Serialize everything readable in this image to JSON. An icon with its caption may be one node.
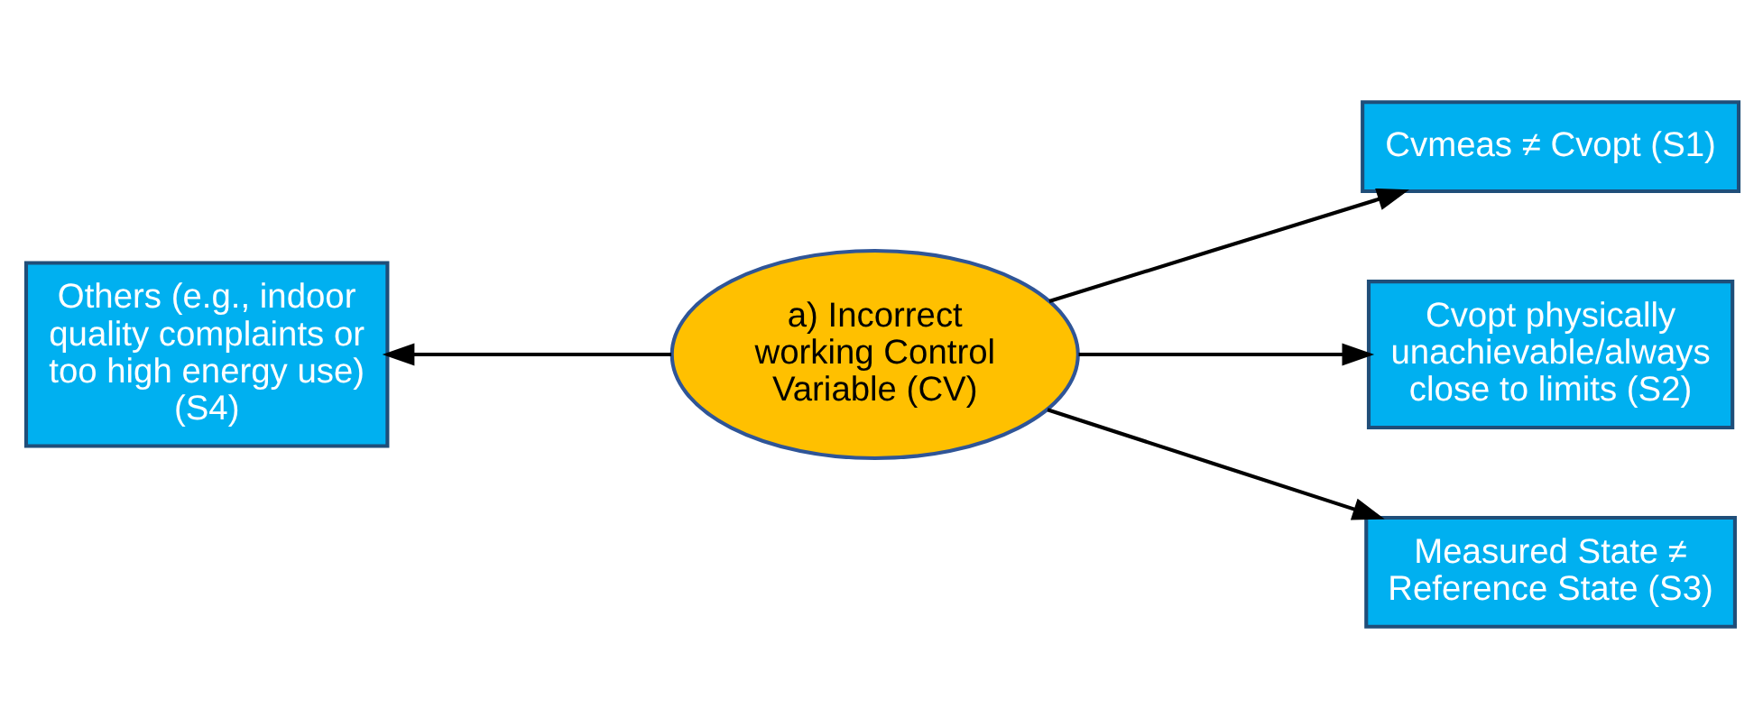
{
  "diagram": {
    "nodes": [
      {
        "text": [
          "a) Incorrect working Control Variable (CV)"
        ]
      },
      {
        "text": [
          "Others (e.g., indoor quality complaints or too high energy use) (S4)"
        ]
      },
      {
        "text": [
          "Cvmeas ≠ Cvopt (S1)"
        ]
      },
      {
        "text": [
          "Cvopt physically unachievable/always close to limits (S2)"
        ]
      },
      {
        "text": [
          "Measured State ≠ Reference State (S3)"
        ]
      }
    ],
    "edges": [
      {
        "from": 0,
        "to": 1,
        "arrow": "to"
      },
      {
        "from": 0,
        "to": 2,
        "arrow": "to"
      },
      {
        "from": 0,
        "to": 3,
        "arrow": "to"
      },
      {
        "from": 0,
        "to": 4,
        "arrow": "to"
      }
    ]
  }
}
